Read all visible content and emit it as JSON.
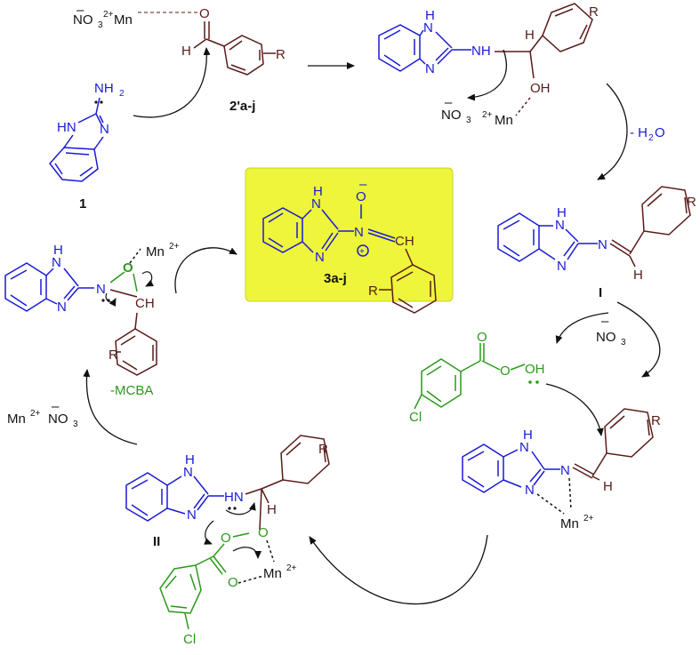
{
  "colors": {
    "blue": "#1a1ad6",
    "brown": "#5a1a1a",
    "green": "#2a9a1a",
    "black": "#111111",
    "highlight": "#eef53a",
    "highlight_edge": "#c8d42a"
  },
  "labels": {
    "compound_1": "1",
    "compound_2": "2'a-j",
    "compound_3": "3a-j",
    "intermediate_I": "I",
    "intermediate_II": "II",
    "minus_water": "- H",
    "water_sub": "2",
    "water_o": "O",
    "minus_mcba": "-MCBA",
    "catalyst": "Mn",
    "catalyst_charge": "2+",
    "nitrate": "NO",
    "nitrate_sub": "3",
    "minus": "–"
  },
  "atoms": {
    "H": "H",
    "N": "N",
    "O": "O",
    "OH": "OH",
    "NH": "NH",
    "HN": "HN",
    "N_H": "H",
    "NH2": "NH",
    "NH2_sub": "2",
    "CH": "CH",
    "R": "R",
    "Cl": "Cl",
    "plus": "+"
  }
}
